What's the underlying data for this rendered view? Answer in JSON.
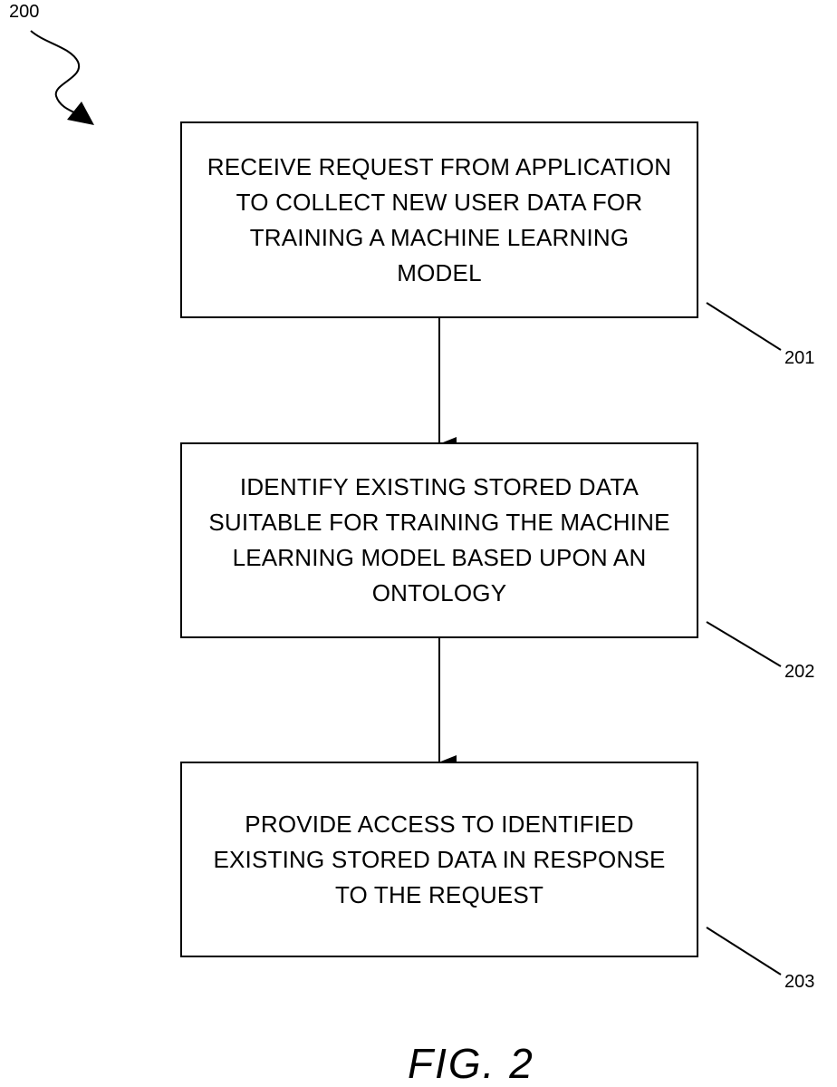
{
  "diagram": {
    "figure_ref": "200",
    "steps": [
      {
        "ref": "201",
        "text": "RECEIVE REQUEST FROM APPLICATION\nTO COLLECT NEW USER DATA FOR\nTRAINING A MACHINE LEARNING\nMODEL"
      },
      {
        "ref": "202",
        "text": "IDENTIFY EXISTING STORED DATA\nSUITABLE FOR TRAINING THE MACHINE\nLEARNING MODEL BASED UPON AN\nONTOLOGY"
      },
      {
        "ref": "203",
        "text": "PROVIDE ACCESS TO IDENTIFIED\nEXISTING STORED DATA IN RESPONSE\nTO THE REQUEST"
      }
    ],
    "caption": "FIG. 2",
    "colors": {
      "line": "#000000",
      "background": "#ffffff"
    }
  }
}
